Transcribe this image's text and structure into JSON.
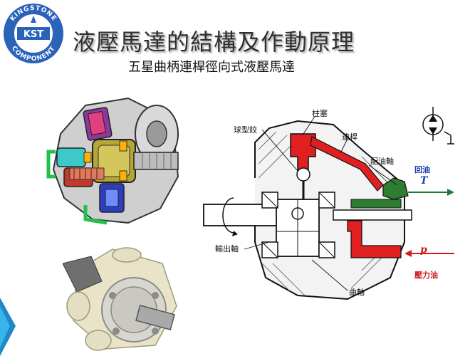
{
  "logo": {
    "top_text": "KINGSTONE",
    "bottom_text": "COMPONENT",
    "center_text": "KST"
  },
  "title": "液壓馬達的結構及作動原理",
  "subtitle": "五星曲柄連桿徑向式液壓馬達",
  "diagram": {
    "labels": {
      "piston": "柱塞",
      "ball_joint": "球型鉸",
      "connecting_rod": "連桿",
      "valve_shaft": "配油軸",
      "return_oil": "回油",
      "return_letter": "T",
      "output_shaft": "輸出軸",
      "pressure_letter": "p",
      "pressure_oil": "壓力油",
      "crankshaft": "曲軸"
    }
  },
  "colors": {
    "title_text": "#2f2f2f",
    "return_oil": "#1a3fb0",
    "pressure_oil": "#d11d1d",
    "red_flow": "#e02020",
    "green_flow": "#2e7d32",
    "logo_blue": "#2b63b8"
  }
}
